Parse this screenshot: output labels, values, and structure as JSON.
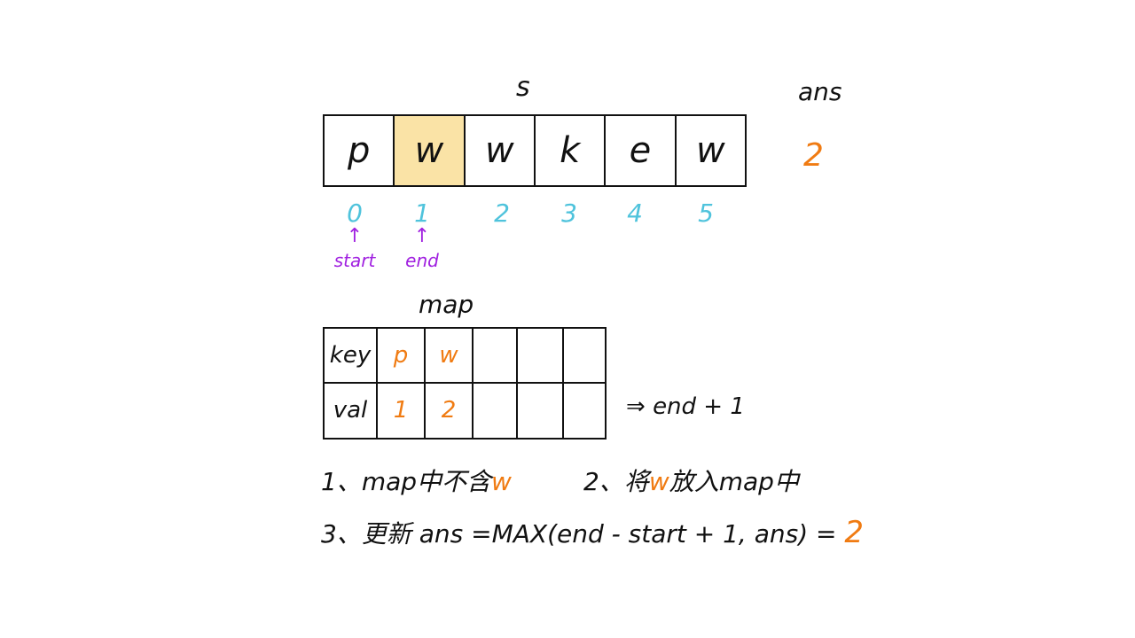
{
  "string_label": "s",
  "ans_label": "ans",
  "ans_value": "2",
  "string_chars": [
    "p",
    "w",
    "w",
    "k",
    "e",
    "w"
  ],
  "highlight_index": 1,
  "indices": [
    "0",
    "1",
    "2",
    "3",
    "4",
    "5"
  ],
  "pointers": {
    "start_label": "start",
    "end_label": "end",
    "arrow": "↑"
  },
  "map": {
    "title": "map",
    "row_headers": [
      "key",
      "val"
    ],
    "keys": [
      "p",
      "w",
      "",
      "",
      ""
    ],
    "vals": [
      "1",
      "2",
      "",
      "",
      ""
    ],
    "annotation_arrow": "⇒",
    "annotation_text": "end + 1"
  },
  "steps": {
    "step1_prefix": "1、map中不含",
    "step1_highlight": "w",
    "step2_prefix": "2、将",
    "step2_highlight": "w",
    "step2_suffix": "放入map中",
    "step3_text": "3、更新 ans =MAX(end - start + 1, ans) =",
    "step3_result": "2"
  },
  "colors": {
    "highlight_fill": "#fae3a6",
    "index_color": "#4fc3dc",
    "pointer_color": "#a020e0",
    "accent_orange": "#f07b12"
  }
}
